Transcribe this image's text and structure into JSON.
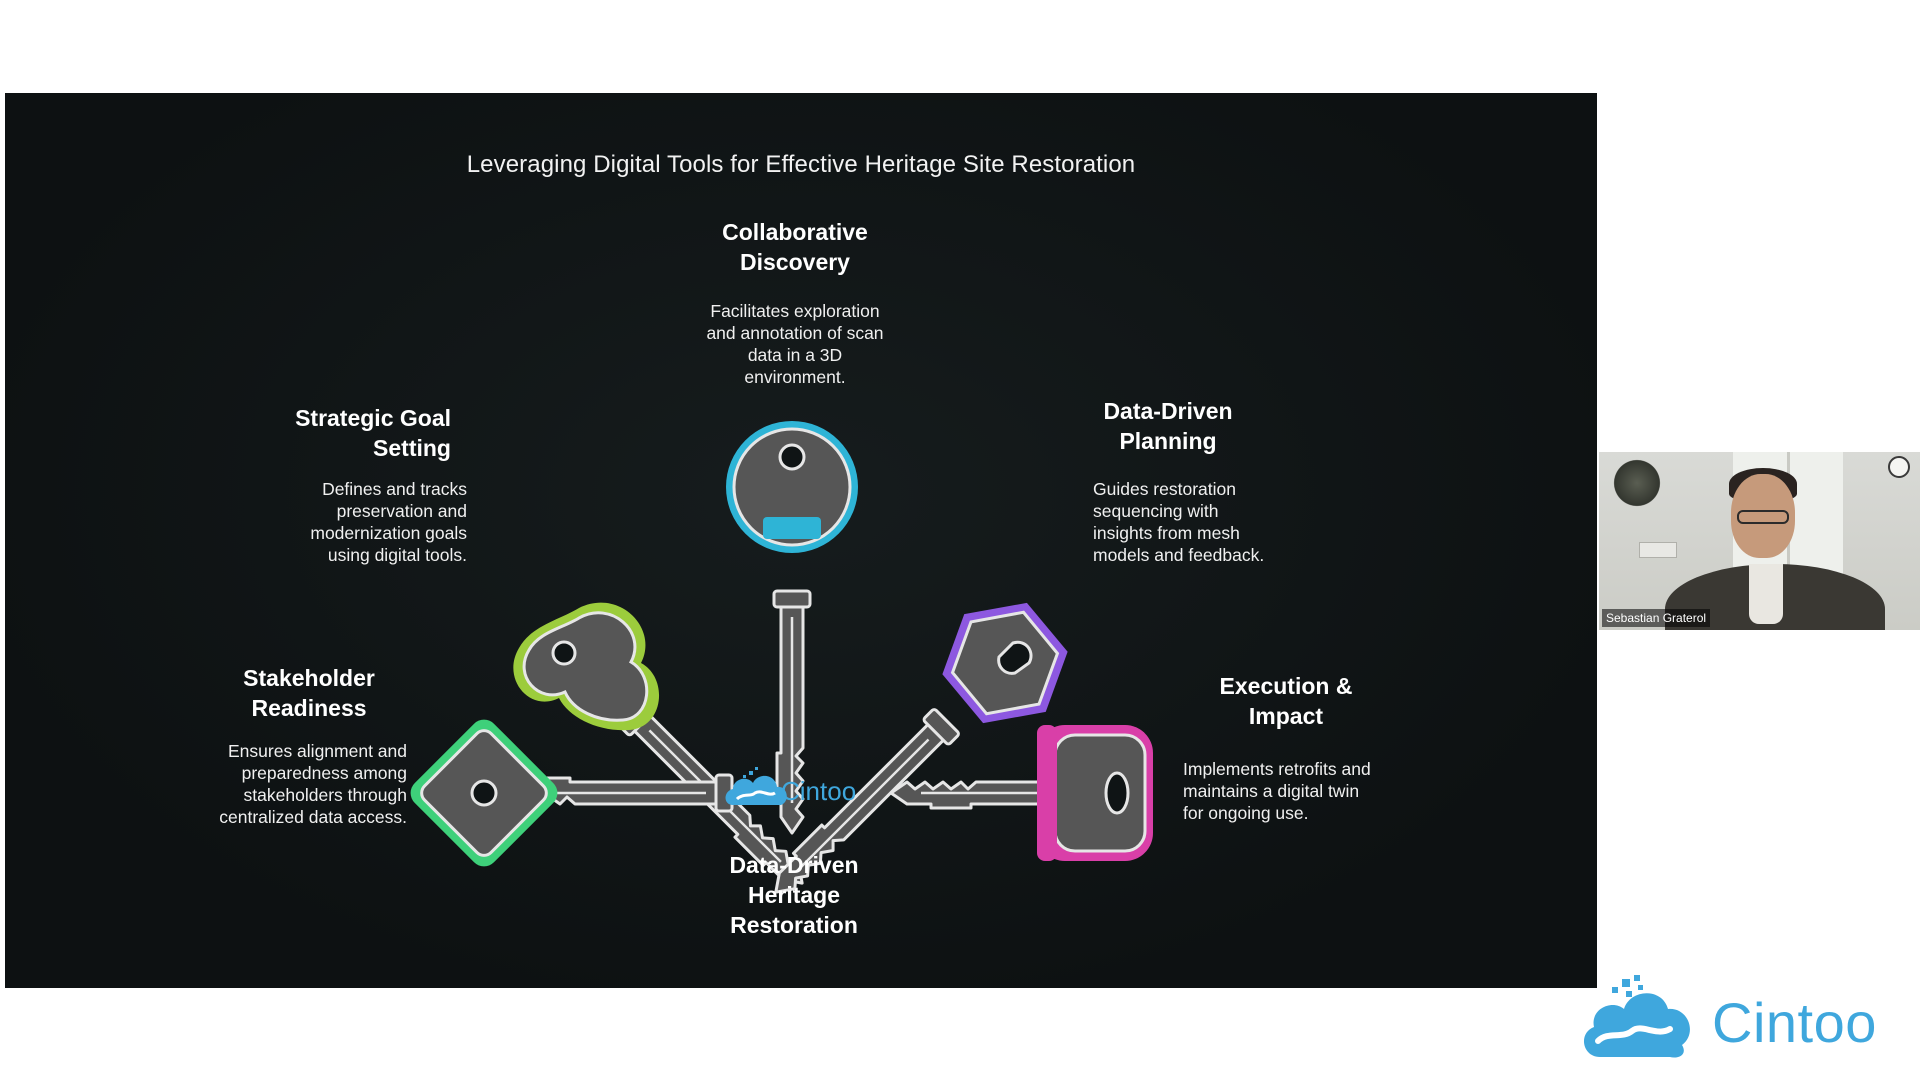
{
  "slide": {
    "title": "Leveraging Digital Tools for Effective Heritage Site Restoration",
    "center_label": "Cintoo",
    "center_heading": "Data-Driven\nHeritage\nRestoration",
    "sections": [
      {
        "heading": "Collaborative Discovery",
        "heading_lines": [
          "Collaborative",
          "Discovery"
        ],
        "desc_lines": [
          "Facilitates exploration",
          "and annotation of scan",
          "data in a 3D",
          "environment."
        ],
        "color": "#2eb4d6"
      },
      {
        "heading_lines": [
          "Strategic Goal",
          "Setting"
        ],
        "desc_lines": [
          "Defines and tracks",
          "preservation and",
          "modernization goals",
          "using digital tools."
        ],
        "color": "#9ccc3c"
      },
      {
        "heading_lines": [
          "Data-Driven",
          "Planning"
        ],
        "desc_lines": [
          "Guides restoration",
          "sequencing with",
          "insights from mesh",
          "models and feedback."
        ],
        "color": "#8d58e0"
      },
      {
        "heading_lines": [
          "Stakeholder",
          "Readiness"
        ],
        "desc_lines": [
          "Ensures alignment and",
          "preparedness among",
          "stakeholders through",
          "centralized data access."
        ],
        "color": "#3ed07a"
      },
      {
        "heading_lines": [
          "Execution &",
          "Impact"
        ],
        "desc_lines": [
          "Implements retrofits and",
          "maintains a digital twin",
          "for ongoing use."
        ],
        "color": "#d93fa8"
      }
    ],
    "key_body_color": "#565656",
    "key_outline_color": "#e6e6e6"
  },
  "video": {
    "participant_name": "Sebastian Graterol"
  },
  "brand": {
    "name": "Cintoo",
    "color": "#3fa7dd"
  }
}
